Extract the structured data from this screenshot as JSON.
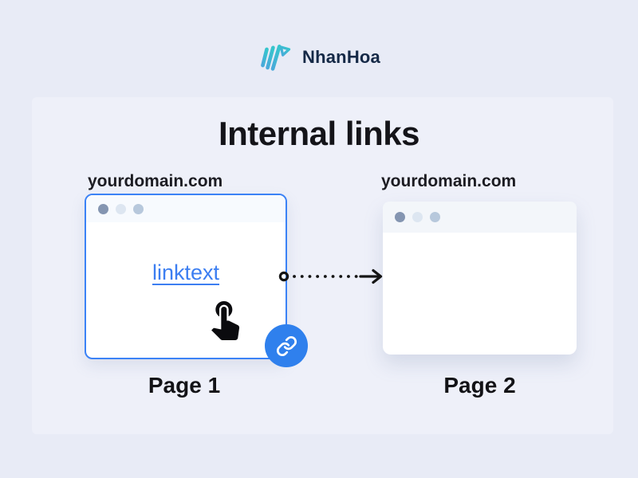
{
  "brand": {
    "name": "NhanHoa"
  },
  "title": "Internal links",
  "page1": {
    "domain": "yourdomain.com",
    "link_text": "linktext",
    "caption": "Page 1"
  },
  "page2": {
    "domain": "yourdomain.com",
    "caption": "Page 2"
  },
  "window_dots": [
    "#8495b1",
    "#dde6f1",
    "#b7c8dc"
  ],
  "colors": {
    "background": "#e8ebf6",
    "panel": "#eef0f9",
    "window_border_blue": "#3b82f6",
    "link_blue": "#3c7ef1",
    "badge_blue": "#2f80ed",
    "brand_navy": "#152947",
    "brand_teal": "#3ab9cf",
    "arrow_black": "#151515"
  },
  "icons": {
    "logo": "nhanhoa-w-logo-icon",
    "tap": "tap-gesture-icon",
    "link": "chain-link-icon",
    "arrow": "dotted-arrow-icon",
    "dots": "window-control-dot"
  }
}
